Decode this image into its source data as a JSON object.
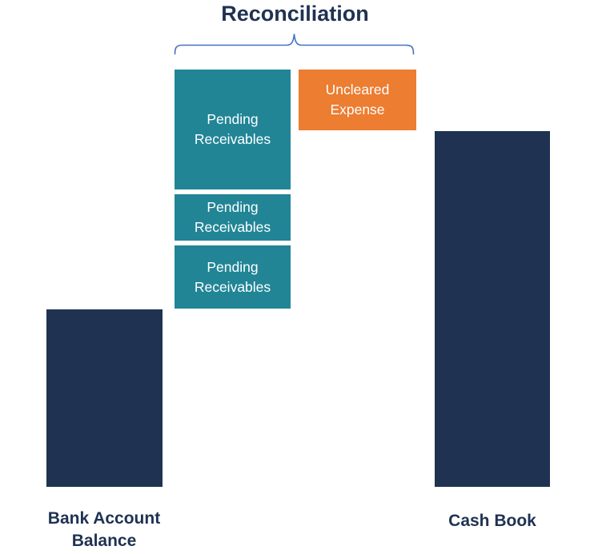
{
  "title": "Reconciliation",
  "colors": {
    "navy": "#1F3252",
    "teal": "#218596",
    "orange": "#EC7D31",
    "brace": "#4472C4",
    "block_text": "#FFFFFF"
  },
  "reconciliation_blocks": [
    {
      "label": "Pending Receivables",
      "type": "receivable"
    },
    {
      "label": "Pending Receivables",
      "type": "receivable"
    },
    {
      "label": "Pending Receivables",
      "type": "receivable"
    },
    {
      "label": "Uncleared Expense",
      "type": "expense"
    }
  ],
  "bars": {
    "bank": {
      "label": "Bank Account Balance"
    },
    "cash": {
      "label": "Cash Book"
    }
  }
}
